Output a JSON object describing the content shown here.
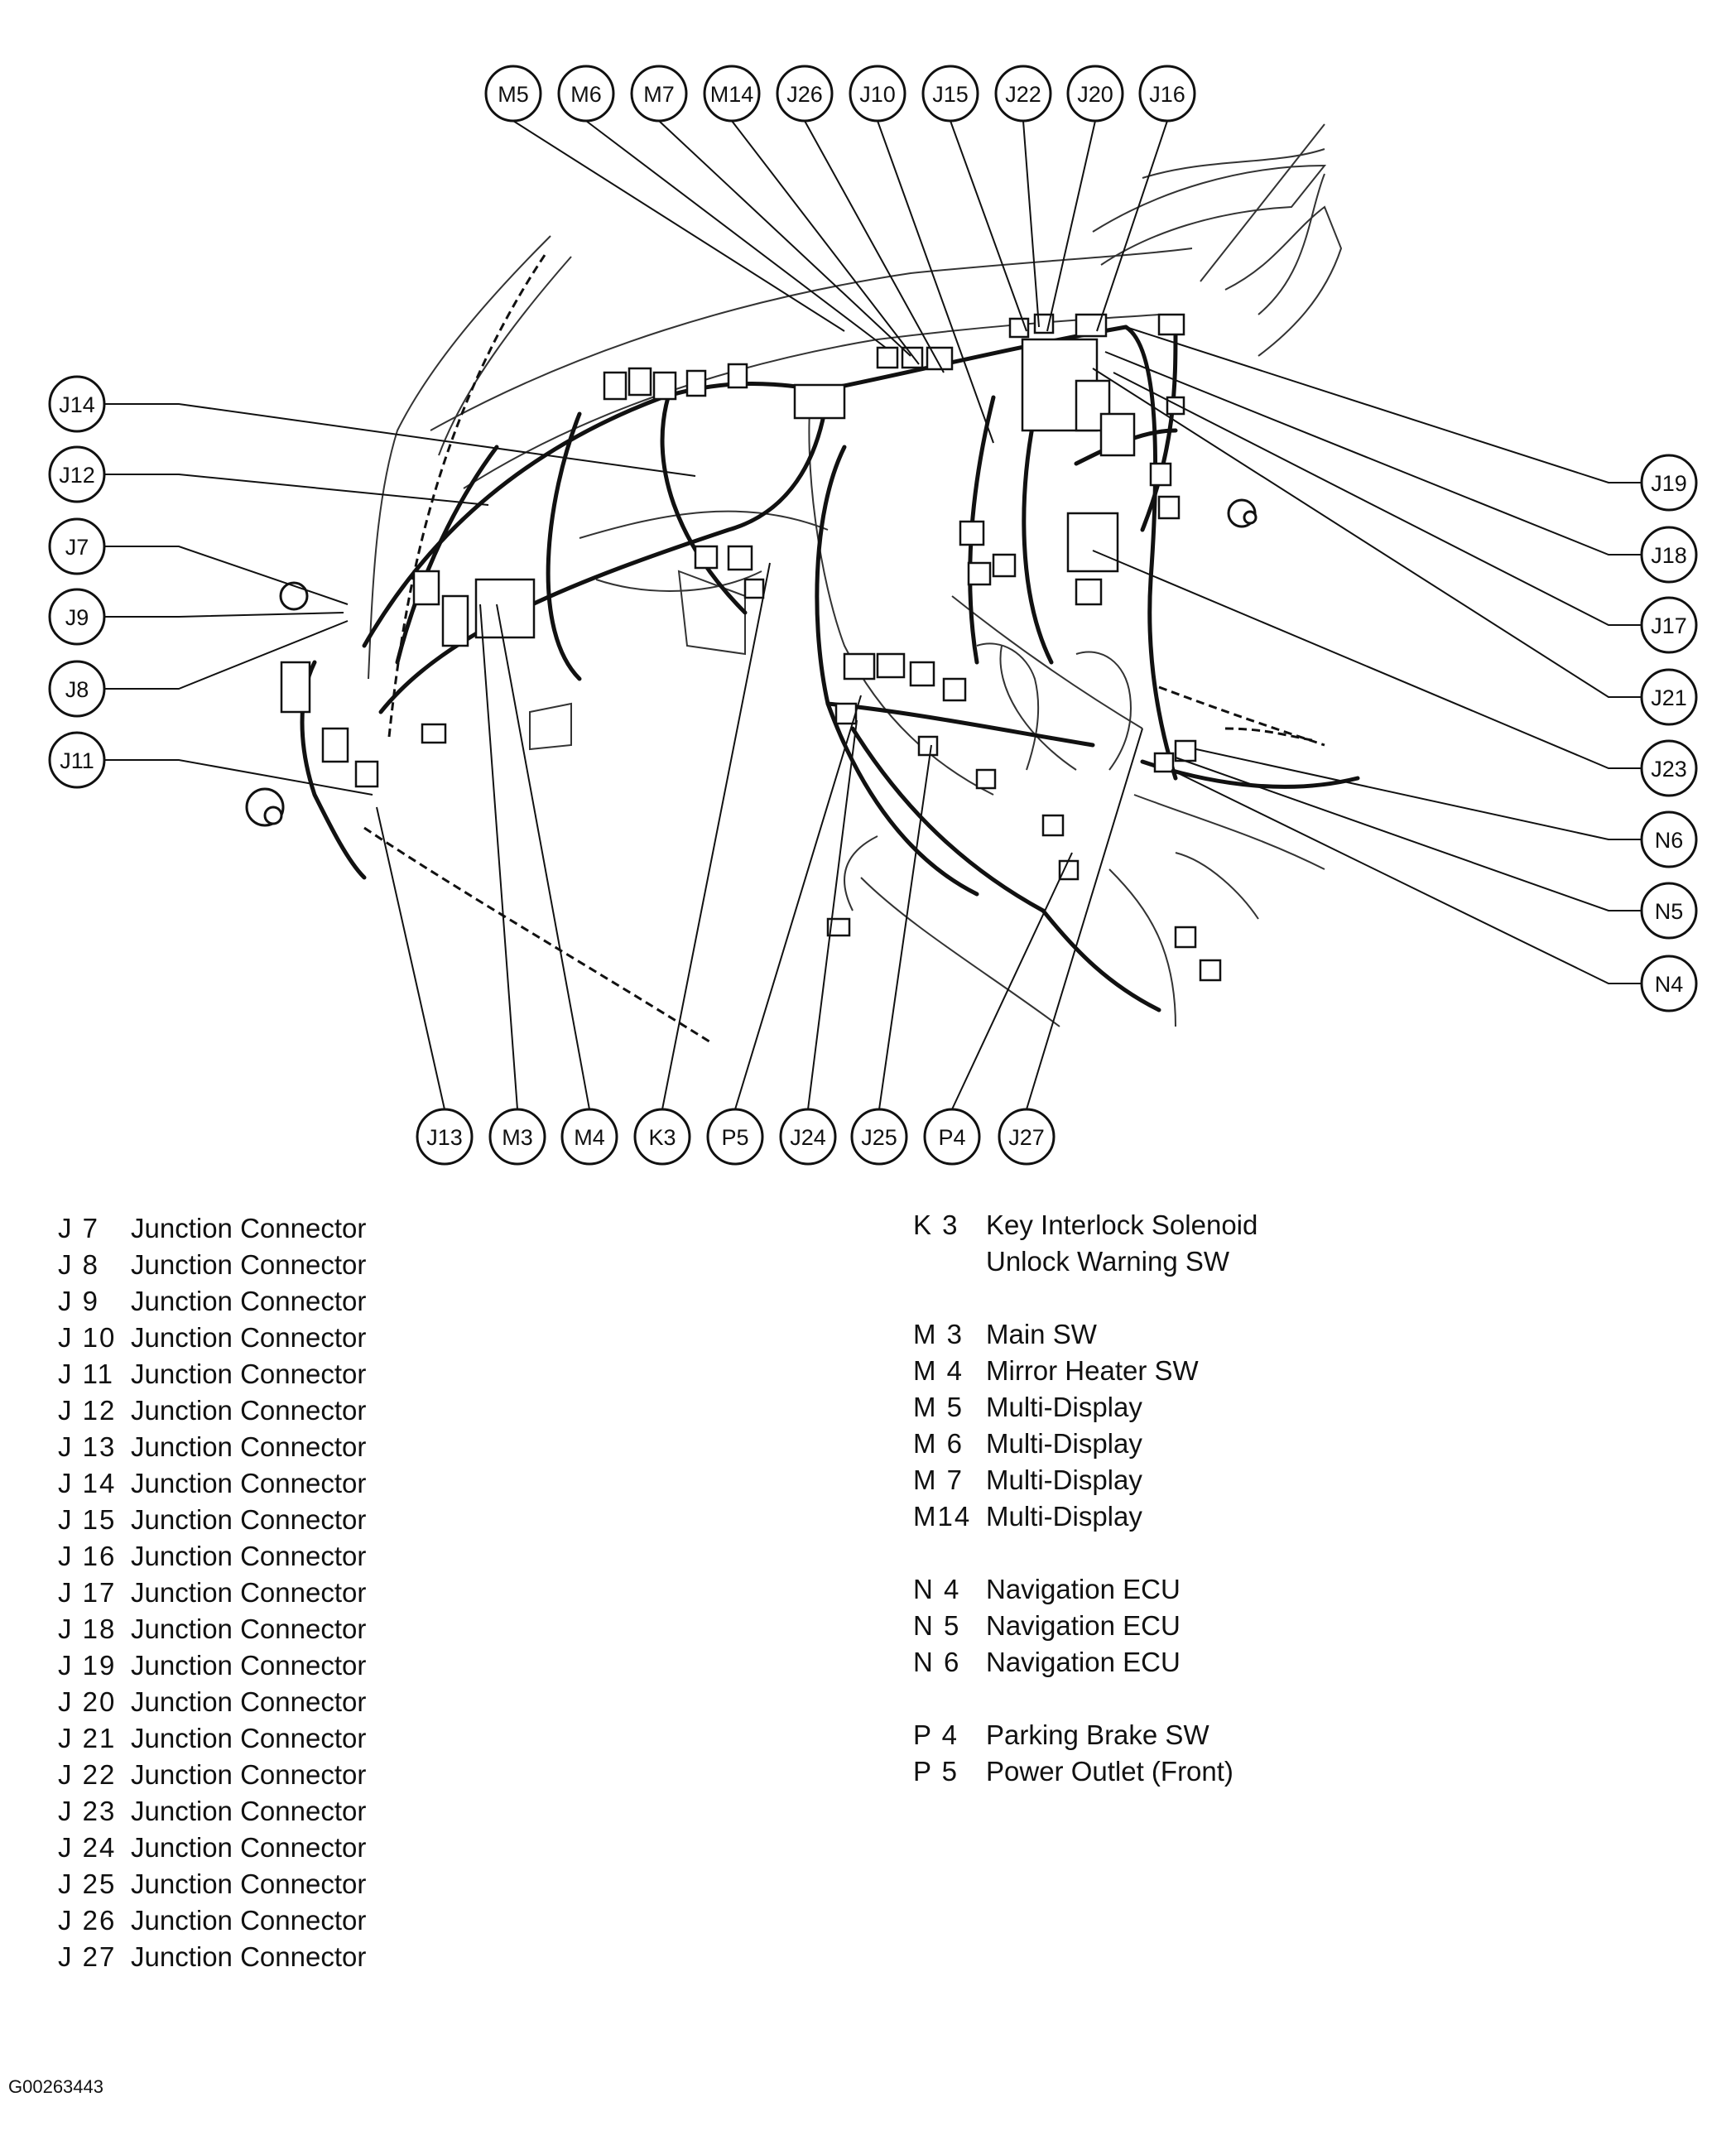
{
  "callouts": {
    "top": [
      "M5",
      "M6",
      "M7",
      "M14",
      "J26",
      "J10",
      "J15",
      "J22",
      "J20",
      "J16"
    ],
    "left": [
      "J14",
      "J12",
      "J7",
      "J9",
      "J8",
      "J11"
    ],
    "right": [
      "J19",
      "J18",
      "J17",
      "J21",
      "J23",
      "N6",
      "N5",
      "N4"
    ],
    "bottom": [
      "J13",
      "M3",
      "M4",
      "K3",
      "P5",
      "J24",
      "J25",
      "P4",
      "J27"
    ]
  },
  "legend_left": [
    {
      "code": "J 7",
      "name": "Junction Connector"
    },
    {
      "code": "J 8",
      "name": "Junction Connector"
    },
    {
      "code": "J 9",
      "name": "Junction Connector"
    },
    {
      "code": "J 10",
      "name": "Junction Connector"
    },
    {
      "code": "J 11",
      "name": "Junction Connector"
    },
    {
      "code": "J 12",
      "name": "Junction Connector"
    },
    {
      "code": "J 13",
      "name": "Junction Connector"
    },
    {
      "code": "J 14",
      "name": "Junction Connector"
    },
    {
      "code": "J 15",
      "name": "Junction Connector"
    },
    {
      "code": "J 16",
      "name": "Junction Connector"
    },
    {
      "code": "J 17",
      "name": "Junction Connector"
    },
    {
      "code": "J 18",
      "name": "Junction Connector"
    },
    {
      "code": "J 19",
      "name": "Junction Connector"
    },
    {
      "code": "J 20",
      "name": "Junction Connector"
    },
    {
      "code": "J 21",
      "name": "Junction Connector"
    },
    {
      "code": "J 22",
      "name": "Junction Connector"
    },
    {
      "code": "J 23",
      "name": "Junction Connector"
    },
    {
      "code": "J 24",
      "name": "Junction Connector"
    },
    {
      "code": "J 25",
      "name": "Junction Connector"
    },
    {
      "code": "J 26",
      "name": "Junction Connector"
    },
    {
      "code": "J 27",
      "name": "Junction Connector"
    }
  ],
  "legend_right": {
    "k3_code": "K 3",
    "k3_line1": "Key Interlock Solenoid",
    "k3_line2": "Unlock Warning SW",
    "m_group": [
      {
        "code": "M 3",
        "name": "Main SW"
      },
      {
        "code": "M 4",
        "name": "Mirror Heater SW"
      },
      {
        "code": "M 5",
        "name": "Multi-Display"
      },
      {
        "code": "M 6",
        "name": "Multi-Display"
      },
      {
        "code": "M 7",
        "name": "Multi-Display"
      },
      {
        "code": "M14",
        "name": "Multi-Display"
      }
    ],
    "n_group": [
      {
        "code": "N 4",
        "name": "Navigation ECU"
      },
      {
        "code": "N 5",
        "name": "Navigation ECU"
      },
      {
        "code": "N 6",
        "name": "Navigation ECU"
      }
    ],
    "p_group": [
      {
        "code": "P 4",
        "name": "Parking Brake SW"
      },
      {
        "code": "P 5",
        "name": "Power Outlet (Front)"
      }
    ]
  },
  "figure_id": "G00263443"
}
